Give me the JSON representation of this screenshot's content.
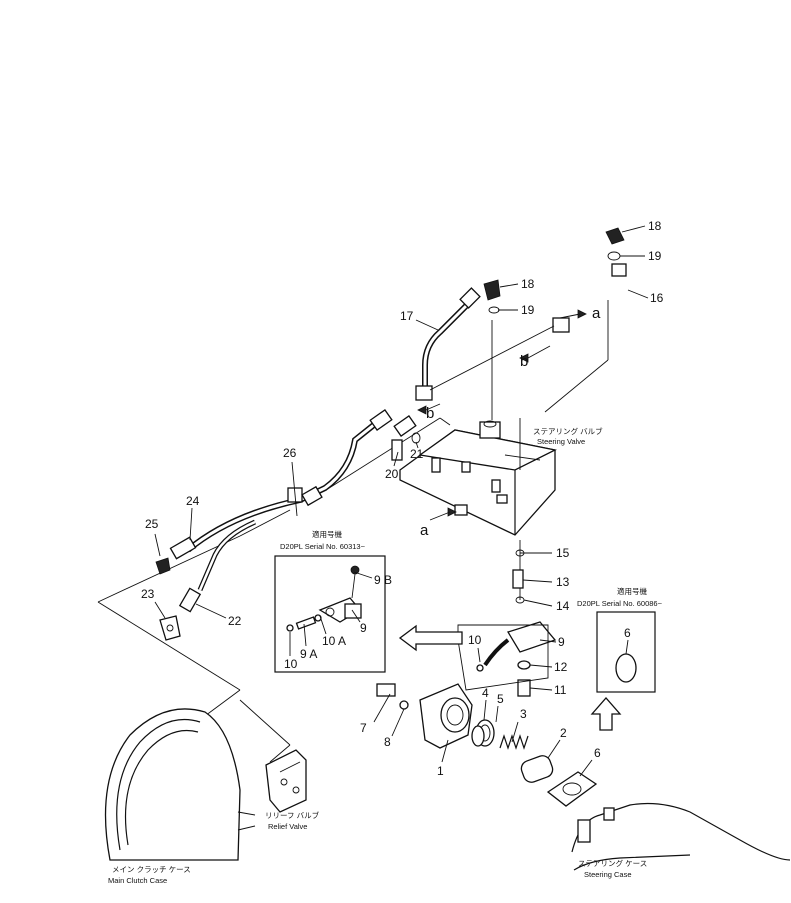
{
  "part_numbers": {
    "p1": "1",
    "p2": "2",
    "p3": "3",
    "p4": "4",
    "p5": "5",
    "p6a": "6",
    "p6b": "6",
    "p7": "7",
    "p8": "8",
    "p9": "9",
    "p9b": "9",
    "p9a": "9 A",
    "p9bb": "9 B",
    "p10a": "10",
    "p10b": "10",
    "p10c": "10 A",
    "p11": "11",
    "p12": "12",
    "p13": "13",
    "p14": "14",
    "p15": "15",
    "p16": "16",
    "p17": "17",
    "p18a": "18",
    "p18b": "18",
    "p19a": "19",
    "p19b": "19",
    "p20": "20",
    "p21": "21",
    "p22": "22",
    "p23": "23",
    "p24": "24",
    "p25": "25",
    "p26": "26"
  },
  "connection_marks": {
    "a1": "a",
    "a2": "a",
    "b1": "b",
    "b2": "b"
  },
  "labels": {
    "steering_valve_jp": "ステアリング バルブ",
    "steering_valve": "Steering Valve",
    "relief_valve_jp": "リリーフ バルブ",
    "relief_valve": "Relief Valve",
    "main_clutch_jp": "メイン クラッチ ケース",
    "main_clutch": "Main Clutch Case",
    "steering_case_jp": "ステアリング ケース",
    "steering_case": "Steering Case"
  },
  "insets": {
    "left": {
      "jp": "適用号機",
      "serial": "D20PL Serial No. 60313~"
    },
    "right": {
      "jp": "適用号機",
      "serial": "D20PL Serial No. 60086~"
    }
  }
}
